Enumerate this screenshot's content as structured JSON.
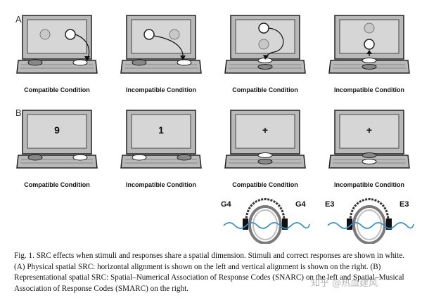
{
  "figure": {
    "panel_a_label": "A",
    "panel_b_label": "B",
    "row_a": [
      {
        "condition": "Compatible Condition"
      },
      {
        "condition": "Incompatible Condition"
      },
      {
        "condition": "Compatible Condition"
      },
      {
        "condition": "Incompatible Condition"
      }
    ],
    "row_b": [
      {
        "condition": "Compatible Condition",
        "stimulus": "9"
      },
      {
        "condition": "Incompatible Condition",
        "stimulus": "1"
      },
      {
        "condition": "Compatible Condition",
        "stimulus": "+"
      },
      {
        "condition": "Incompatible Condition",
        "stimulus": "+"
      }
    ],
    "headphones": [
      {
        "left": "G4",
        "right": "G4"
      },
      {
        "left": "E3",
        "right": "E3"
      }
    ]
  },
  "caption": {
    "text": "Fig. 1. SRC effects when stimuli and responses share a spatial dimension. Stimuli and correct responses are shown in white. (A) Physical spatial SRC: horizontal alignment is shown on the left and vertical alignment is shown on the right. (B) Representational spatial SRC: Spatial–Numerical Association of Response Codes (SNARC) on the left and Spatial–Musical Association of Response Codes (SMARC) on the right."
  },
  "watermark": "知乎 @热血建风",
  "colors": {
    "laptop_fill": "#b9b9b9",
    "screen_fill": "#d6d6d6",
    "stroke": "#222222",
    "wave": "#2a90d0"
  }
}
